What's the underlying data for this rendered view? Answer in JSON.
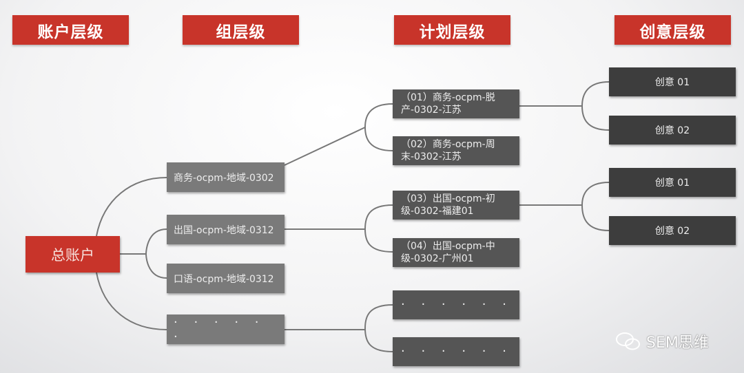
{
  "headers": [
    "账户层级",
    "组层级",
    "计划层级",
    "创意层级"
  ],
  "root": "总账户",
  "groups": [
    "商务-ocpm-地域-0302",
    "出国-ocpm-地域-0312",
    "口语-ocpm-地域-0312",
    "· · · · · ·"
  ],
  "plans": [
    "（01）商务-ocpm-脱产-0302-江苏",
    "（02）商务-ocpm-周末-0302-江苏",
    "（03）出国-ocpm-初级-0302-福建01",
    "（04）出国-ocpm-中级-0302-广州01",
    "· · · · · ·",
    "· · · · · ·"
  ],
  "creatives": [
    "创意 01",
    "创意 02",
    "创意 01",
    "创意 02"
  ],
  "watermark": "SEM思维",
  "colors": {
    "red": "#c8342a",
    "group": "#7a7a7a",
    "plan": "#555555",
    "creative": "#3d3d3d"
  }
}
